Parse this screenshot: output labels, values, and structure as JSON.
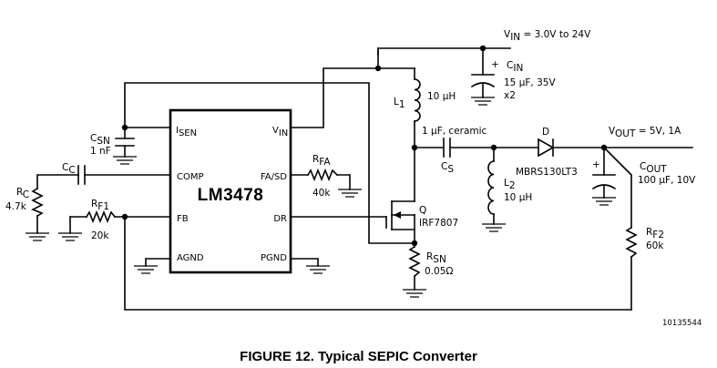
{
  "figure": {
    "caption": "FIGURE 12. Typical SEPIC Converter",
    "doc_number": "10135544"
  },
  "ic": {
    "name": "LM3478",
    "pins": {
      "isen": {
        "main": "I",
        "sub": "SEN"
      },
      "vin": {
        "main": "V",
        "sub": "IN"
      },
      "comp": "COMP",
      "fasd": "FA/SD",
      "fb": "FB",
      "dr": "DR",
      "agnd": "AGND",
      "pgnd": "PGND"
    }
  },
  "net_labels": {
    "vin": {
      "main": "V",
      "sub": "IN",
      "rest": " = 3.0V to 24V"
    },
    "vout": {
      "main": "V",
      "sub": "OUT",
      "rest": " = 5V, 1A"
    }
  },
  "components": {
    "c_in": {
      "ref_main": "C",
      "ref_sub": "IN",
      "value": "15 μF, 35V",
      "extra": "x2"
    },
    "l1": {
      "ref_main": "L",
      "ref_sub": "1",
      "value": "10 μH"
    },
    "c_sn": {
      "ref_main": "C",
      "ref_sub": "SN",
      "value": "1 nF"
    },
    "c_c": {
      "ref_main": "C",
      "ref_sub": "C"
    },
    "r_c": {
      "ref_main": "R",
      "ref_sub": "C",
      "value": "4.7k"
    },
    "r_fa": {
      "ref_main": "R",
      "ref_sub": "FA",
      "value": "40k"
    },
    "r_f1": {
      "ref_main": "R",
      "ref_sub": "F1",
      "value": "20k"
    },
    "c_s": {
      "ref_main": "C",
      "ref_sub": "S",
      "value": "1 μF, ceramic"
    },
    "l2": {
      "ref_main": "L",
      "ref_sub": "2",
      "value": "10 μH"
    },
    "d": {
      "ref": "D",
      "value": "MBRS130LT3"
    },
    "c_out": {
      "ref_main": "C",
      "ref_sub": "OUT",
      "value": "100 μF, 10V"
    },
    "q": {
      "ref": "Q",
      "value": "IRF7807"
    },
    "r_sn": {
      "ref_main": "R",
      "ref_sub": "SN",
      "value": "0.05Ω"
    },
    "r_f2": {
      "ref_main": "R",
      "ref_sub": "F2",
      "value": "60k"
    }
  },
  "polarity_mark": "+"
}
